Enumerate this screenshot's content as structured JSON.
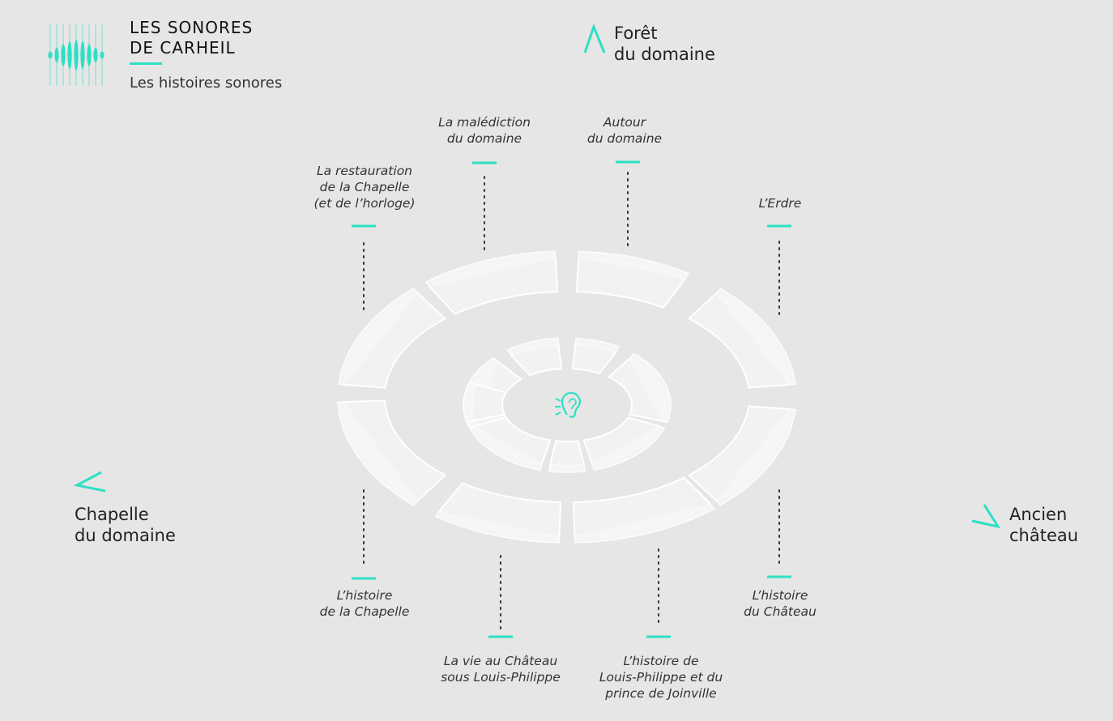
{
  "header": {
    "brand_line1": "LES SONORES",
    "brand_line2": "DE CARHEIL",
    "subtitle": "Les histoires sonores"
  },
  "directions": {
    "foret": [
      "Forêt",
      "du domaine"
    ],
    "chapelle": [
      "Chapelle",
      "du domaine"
    ],
    "chateau": [
      "Ancien",
      "château"
    ]
  },
  "stories": [
    [
      "La restauration",
      "de la Chapelle",
      "(et de l’horloge)"
    ],
    [
      "La malédiction",
      "du domaine"
    ],
    [
      "Autour",
      "du domaine"
    ],
    [
      "L’Erdre"
    ],
    [
      "L’histoire",
      "de la Chapelle"
    ],
    [
      "La vie au Château",
      "sous Louis-Philippe"
    ],
    [
      "L’histoire de",
      "Louis-Philippe et du",
      "prince de Joinville"
    ],
    [
      "L’histoire",
      "du Château"
    ]
  ],
  "colors": {
    "accent": "#2de0c4",
    "background": "#e6e6e6",
    "seat": "#f2f2f2"
  },
  "icons": {
    "logo": "sound-wave-logo",
    "center": "ear-icon"
  }
}
